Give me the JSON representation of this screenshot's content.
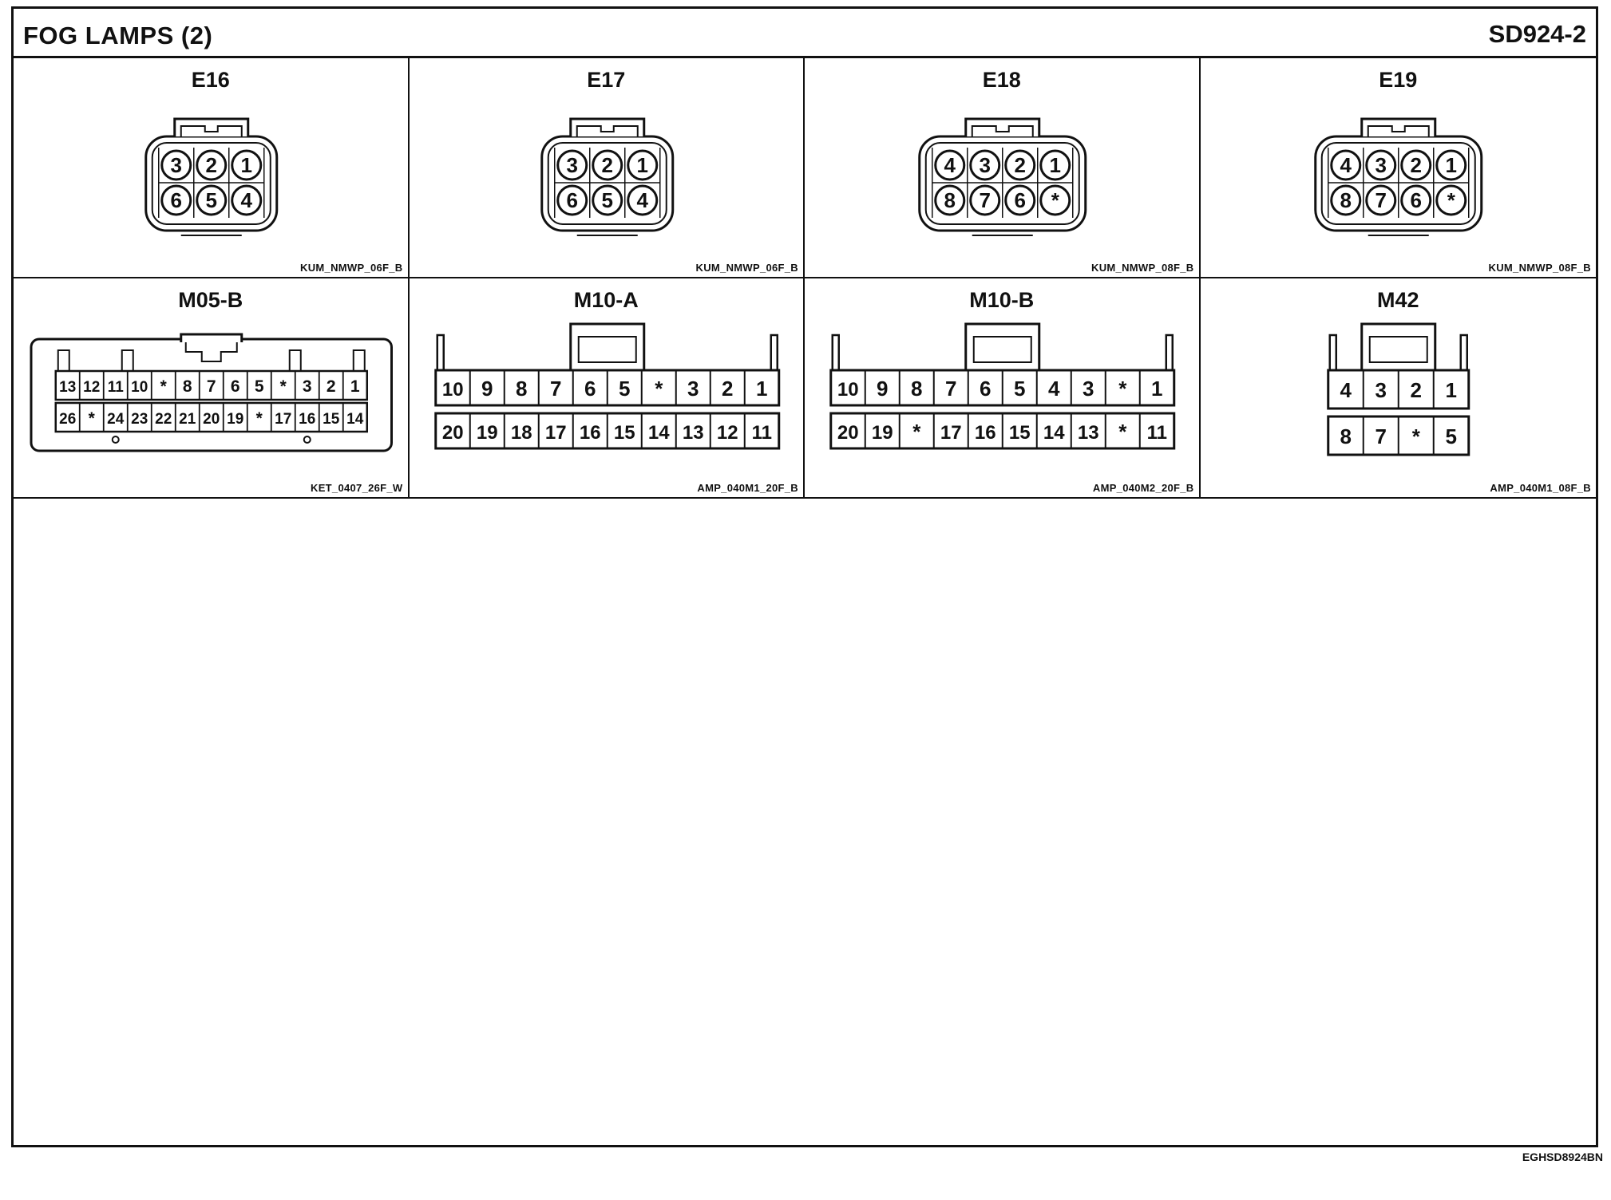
{
  "header": {
    "title": "FOG LAMPS (2)",
    "code": "SD924-2"
  },
  "footer": {
    "code": "EGHSD8924BN"
  },
  "connectors": [
    {
      "id": "E16",
      "part": "KUM_NMWP_06F_B",
      "style": "round",
      "rows": [
        [
          "3",
          "2",
          "1"
        ],
        [
          "6",
          "5",
          "4"
        ]
      ]
    },
    {
      "id": "E17",
      "part": "KUM_NMWP_06F_B",
      "style": "round",
      "rows": [
        [
          "3",
          "2",
          "1"
        ],
        [
          "6",
          "5",
          "4"
        ]
      ]
    },
    {
      "id": "E18",
      "part": "KUM_NMWP_08F_B",
      "style": "round",
      "rows": [
        [
          "4",
          "3",
          "2",
          "1"
        ],
        [
          "8",
          "7",
          "6",
          "*"
        ]
      ]
    },
    {
      "id": "E19",
      "part": "KUM_NMWP_08F_B",
      "style": "round",
      "rows": [
        [
          "4",
          "3",
          "2",
          "1"
        ],
        [
          "8",
          "7",
          "6",
          "*"
        ]
      ]
    },
    {
      "id": "M05-B",
      "part": "KET_0407_26F_W",
      "style": "wide",
      "rows": [
        [
          "13",
          "12",
          "11",
          "10",
          "*",
          "8",
          "7",
          "6",
          "5",
          "*",
          "3",
          "2",
          "1"
        ],
        [
          "26",
          "*",
          "24",
          "23",
          "22",
          "21",
          "20",
          "19",
          "*",
          "17",
          "16",
          "15",
          "14"
        ]
      ]
    },
    {
      "id": "M10-A",
      "part": "AMP_040M1_20F_B",
      "style": "rect",
      "rows": [
        [
          "10",
          "9",
          "8",
          "7",
          "6",
          "5",
          "*",
          "3",
          "2",
          "1"
        ],
        [
          "20",
          "19",
          "18",
          "17",
          "16",
          "15",
          "14",
          "13",
          "12",
          "11"
        ]
      ]
    },
    {
      "id": "M10-B",
      "part": "AMP_040M2_20F_B",
      "style": "rect",
      "rows": [
        [
          "10",
          "9",
          "8",
          "7",
          "6",
          "5",
          "4",
          "3",
          "*",
          "1"
        ],
        [
          "20",
          "19",
          "*",
          "17",
          "16",
          "15",
          "14",
          "13",
          "*",
          "11"
        ]
      ]
    },
    {
      "id": "M42",
      "part": "AMP_040M1_08F_B",
      "style": "rect",
      "rows": [
        [
          "4",
          "3",
          "2",
          "1"
        ],
        [
          "8",
          "7",
          "*",
          "5"
        ]
      ]
    }
  ]
}
